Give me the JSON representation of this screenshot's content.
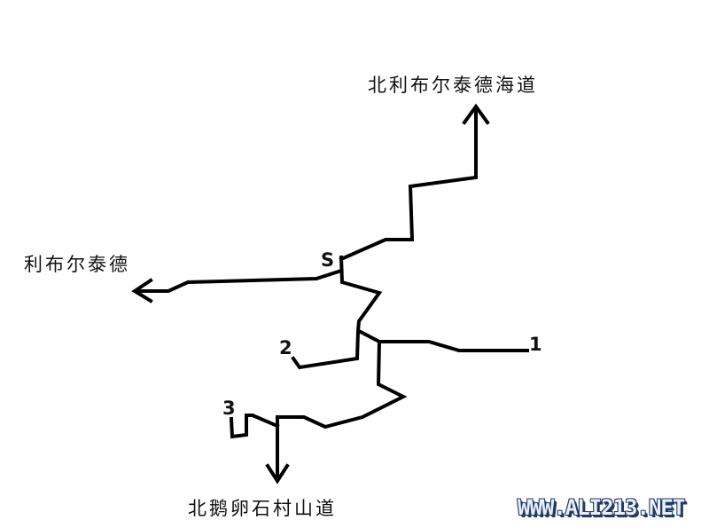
{
  "destinations": {
    "north": "北利布尔泰德海道",
    "west": "利布尔泰德",
    "south": "北鹅卵石村山道"
  },
  "markers": {
    "start": "S",
    "one": "1",
    "two": "2",
    "three": "3"
  },
  "watermark": "WWW.ALI213.NET",
  "colors": {
    "line": "#000000",
    "watermark": "#1e3b66"
  }
}
